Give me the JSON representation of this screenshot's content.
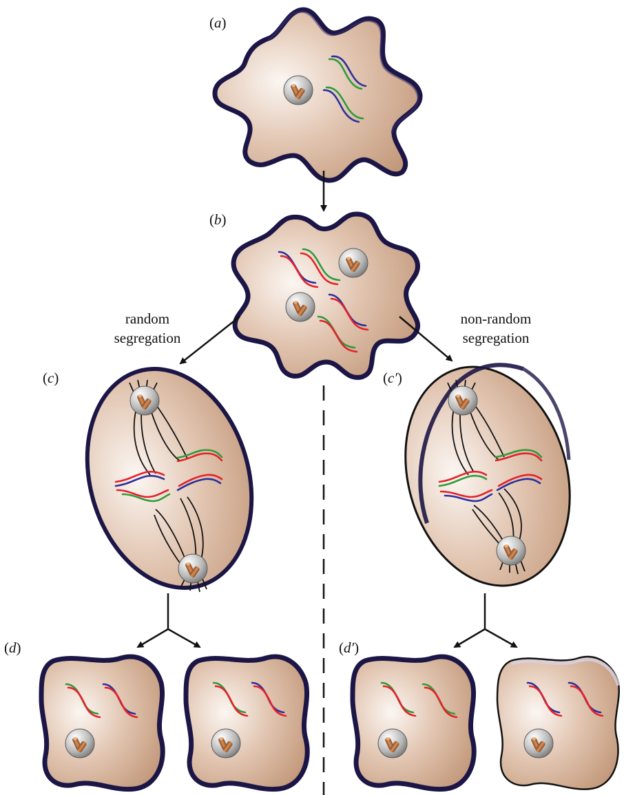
{
  "labels": {
    "a": {
      "open": "(",
      "letter": "a",
      "close": ")"
    },
    "b": {
      "open": "(",
      "letter": "b",
      "close": ")"
    },
    "c": {
      "open": "(",
      "letter": "c",
      "close": ")"
    },
    "c_prime": {
      "open": "(",
      "letter": "c′",
      "close": ")"
    },
    "d": {
      "open": "(",
      "letter": "d",
      "close": ")"
    },
    "d_prime": {
      "open": "(",
      "letter": "d′",
      "close": ")"
    }
  },
  "captions": {
    "random": [
      "random",
      "segregation"
    ],
    "non_random": [
      "non-random",
      "segregation"
    ]
  },
  "colors": {
    "cell_fill_light": "#f7efe8",
    "cell_fill_dark": "#c9a286",
    "cell_rim_dark": "#1c1646",
    "cell_rim_light": "#cfc9dc",
    "strand_red": "#e3222b",
    "strand_green": "#2f9a3a",
    "strand_blue": "#2b2f9a",
    "centrosome": "#b8703a",
    "spindle": "#111111",
    "arrow": "#111111"
  },
  "icons": [
    "centrosome-icon",
    "dna-strand-pair-icon",
    "arrow-down-icon",
    "dashed-divider"
  ]
}
